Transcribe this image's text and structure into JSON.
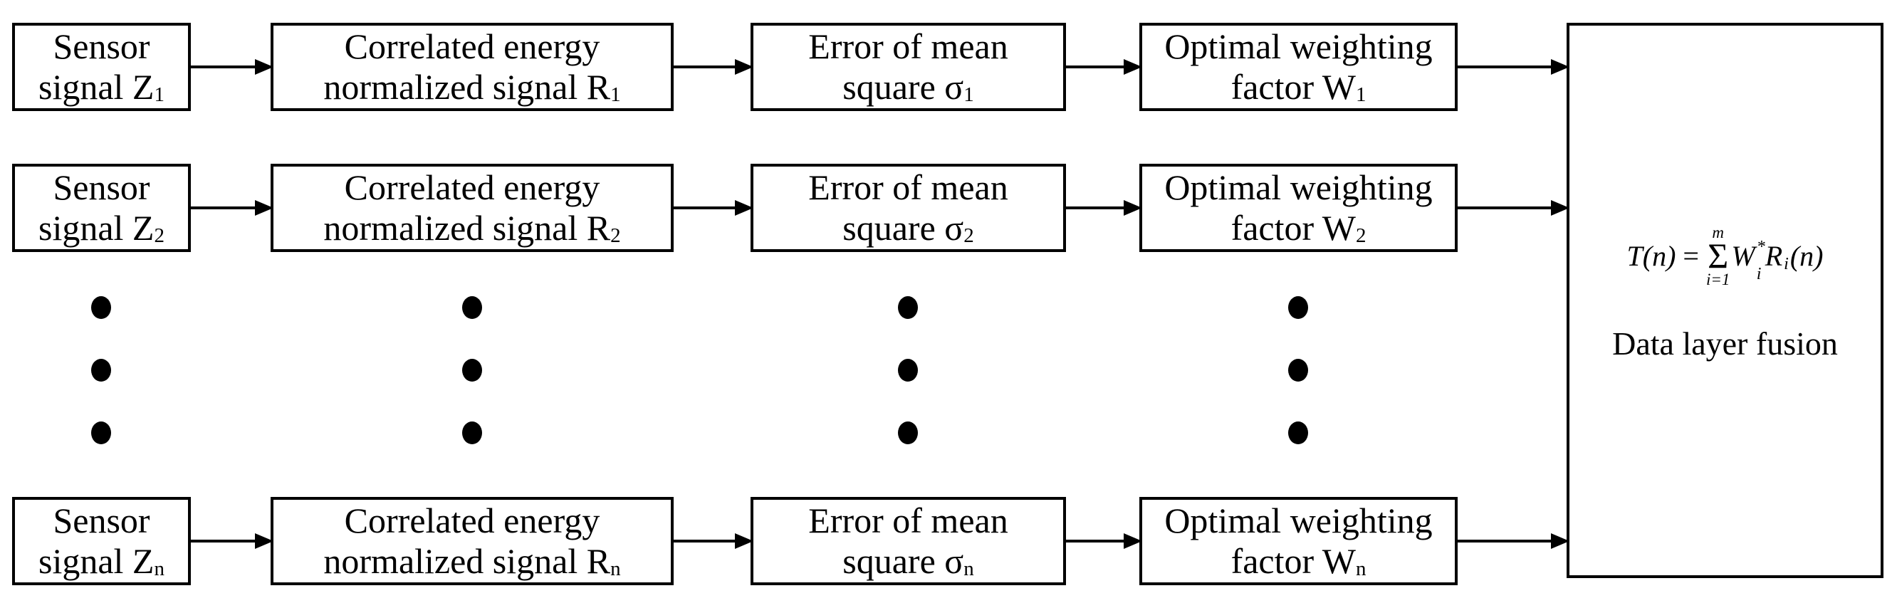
{
  "colors": {
    "background": "#ffffff",
    "stroke": "#000000",
    "text": "#000000"
  },
  "rows": [
    {
      "id": "1",
      "boxes": [
        {
          "line1": "Sensor",
          "line2": "signal Z",
          "sub": "1"
        },
        {
          "line1": "Correlated energy",
          "line2": "normalized signal R",
          "sub": "1"
        },
        {
          "line1": "Error of mean",
          "line2": "square σ",
          "sub": "1"
        },
        {
          "line1": "Optimal weighting",
          "line2": "factor W",
          "sub": "1"
        }
      ]
    },
    {
      "id": "2",
      "boxes": [
        {
          "line1": "Sensor",
          "line2": "signal Z",
          "sub": "2"
        },
        {
          "line1": "Correlated energy",
          "line2": "normalized signal R",
          "sub": "2"
        },
        {
          "line1": "Error of mean",
          "line2": "square σ",
          "sub": "2"
        },
        {
          "line1": "Optimal weighting",
          "line2": "factor W",
          "sub": "2"
        }
      ]
    },
    {
      "id": "n",
      "boxes": [
        {
          "line1": "Sensor",
          "line2": "signal Z",
          "sub": "n"
        },
        {
          "line1": "Correlated energy",
          "line2": "normalized signal R",
          "sub": "n"
        },
        {
          "line1": "Error of mean",
          "line2": "square σ",
          "sub": "n"
        },
        {
          "line1": "Optimal weighting",
          "line2": "factor W",
          "sub": "n"
        }
      ]
    }
  ],
  "ellipsis": {
    "columns": 4,
    "dots_per_column": 3
  },
  "fusion": {
    "formula": {
      "lhs": "T(n)",
      "eq": "=",
      "sum_upper": "m",
      "sum_symbol": "Σ",
      "sum_lower": "i=1",
      "term1_base": "W",
      "term1_sup": "*",
      "term1_sub": "i",
      "term2_base": "R",
      "term2_sub": "i",
      "term2_arg": "(n)"
    },
    "caption": "Data layer fusion"
  }
}
